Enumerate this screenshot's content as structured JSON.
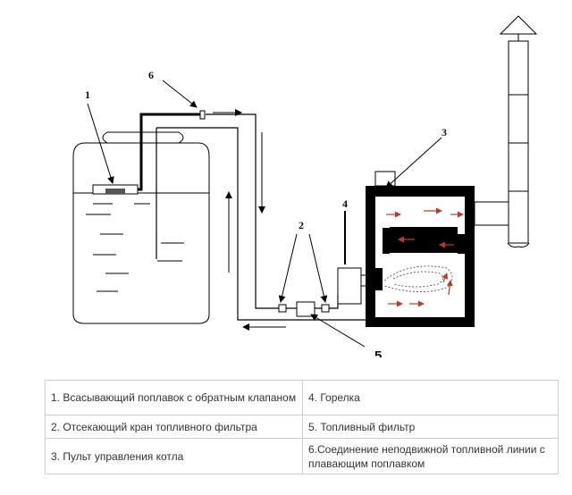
{
  "diagram": {
    "callouts": [
      "1",
      "2",
      "3",
      "4",
      "5",
      "6"
    ]
  },
  "legend": {
    "rows": [
      [
        "1. Всасывающий поплавок с обратным клапаном",
        "4. Горелка"
      ],
      [
        "2. Отсекающий кран топливного фильтра",
        "5. Топливный фильтр"
      ],
      [
        "3. Пульт управления котла",
        "6.Соединение неподвижной топливной линии с плавающим поплавком"
      ]
    ]
  },
  "colors": {
    "line": "#000000",
    "flame_arrow": "#c0392b"
  }
}
